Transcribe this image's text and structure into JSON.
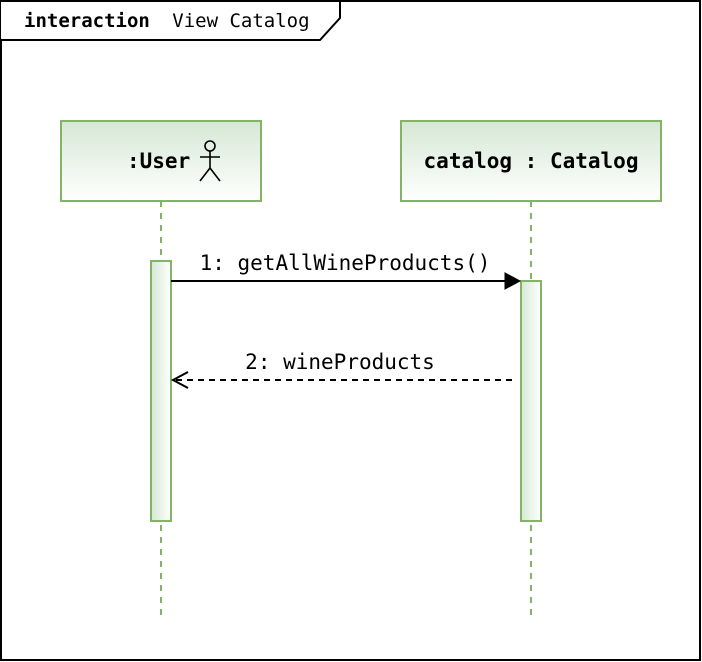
{
  "frame": {
    "keyword": "interaction",
    "name": "View Catalog"
  },
  "lifelines": [
    {
      "label": ":User",
      "icon": "actor-stick-figure-icon"
    },
    {
      "label": "catalog : Catalog"
    }
  ],
  "messages": [
    {
      "label": "1: getAllWineProducts()",
      "kind": "synchronous-call"
    },
    {
      "label": "2: wineProducts",
      "kind": "reply"
    }
  ],
  "colors": {
    "lifeline_border": "#82b366",
    "lifeline_fill_top": "#d5e8d4",
    "lifeline_fill_bottom": "#ffffff",
    "line": "#000000"
  }
}
